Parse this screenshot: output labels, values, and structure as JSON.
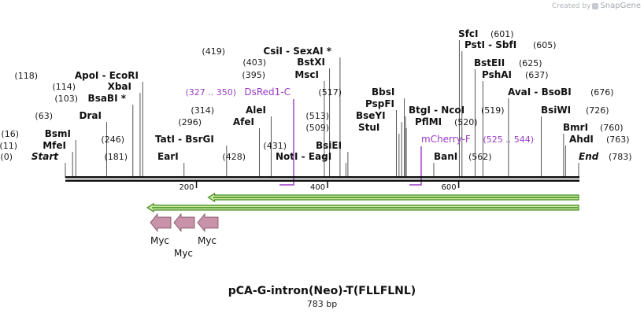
{
  "credit": {
    "prefix": "Created by",
    "brand": "SnapGene"
  },
  "map": {
    "name": "pCA-G-intron(Neo)-T(FLLFLNL)",
    "length_label": "783 bp",
    "length_bp": 783,
    "colors": {
      "backbone": "#111111",
      "feature": "#9a3cc6",
      "arrow_fill": "#cdeaa0",
      "arrow_stroke": "#3f8a1d",
      "myc_fill": "#c893a8",
      "myc_stroke": "#7a4a5c",
      "site_line": "#555555"
    },
    "ticks": [
      {
        "bp": 200,
        "label": "200"
      },
      {
        "bp": 400,
        "label": "400"
      },
      {
        "bp": 600,
        "label": "600"
      }
    ],
    "sites": [
      {
        "bp": 0,
        "pos": "(0)",
        "name": "Start",
        "italic": true
      },
      {
        "bp": 11,
        "pos": "(11)",
        "name": "MfeI"
      },
      {
        "bp": 16,
        "pos": "(16)",
        "name": "BsmI"
      },
      {
        "bp": 63,
        "pos": "(63)",
        "name": "DraI"
      },
      {
        "bp": 103,
        "pos": "(103)",
        "name": "BsaBI *"
      },
      {
        "bp": 114,
        "pos": "(114)",
        "name": "XbaI"
      },
      {
        "bp": 118,
        "pos": "(118)",
        "name": "ApoI - EcoRI"
      },
      {
        "bp": 181,
        "pos": "(181)",
        "name": "EarI"
      },
      {
        "bp": 246,
        "pos": "(246)",
        "name": "TatI - BsrGI"
      },
      {
        "bp": 296,
        "pos": "(296)",
        "name": "AfeI"
      },
      {
        "bp": 314,
        "pos": "(314)",
        "name": "AleI"
      },
      {
        "bp": 395,
        "pos": "(395)",
        "name": "MscI"
      },
      {
        "bp": 403,
        "pos": "(403)",
        "name": "BstXI"
      },
      {
        "bp": 419,
        "pos": "(419)",
        "name": "CsiI - SexAI *"
      },
      {
        "bp": 428,
        "pos": "(428)",
        "name": "NotI - EagI"
      },
      {
        "bp": 431,
        "pos": "(431)",
        "name": "BsiEI"
      },
      {
        "bp": 509,
        "pos": "(509)",
        "name": "StuI"
      },
      {
        "bp": 513,
        "pos": "(513)",
        "name": "BseYI"
      },
      {
        "bp": 517,
        "pos": "(517)",
        "name": "BbsI"
      },
      {
        "bp": 505,
        "pos": "",
        "name": "PspFI"
      },
      {
        "bp": 519,
        "pos": "(519)",
        "name": "BtgI - NcoI"
      },
      {
        "bp": 520,
        "pos": "(520)",
        "name": "PflMI"
      },
      {
        "bp": 562,
        "pos": "(562)",
        "name": "BanI"
      },
      {
        "bp": 601,
        "pos": "(601)",
        "name": "SfcI"
      },
      {
        "bp": 605,
        "pos": "(605)",
        "name": "PstI - SbfI"
      },
      {
        "bp": 625,
        "pos": "(625)",
        "name": "BstEII"
      },
      {
        "bp": 637,
        "pos": "(637)",
        "name": "PshAI"
      },
      {
        "bp": 676,
        "pos": "(676)",
        "name": "AvaI - BsoBI"
      },
      {
        "bp": 726,
        "pos": "(726)",
        "name": "BsiWI"
      },
      {
        "bp": 760,
        "pos": "(760)",
        "name": "BmrI"
      },
      {
        "bp": 763,
        "pos": "(763)",
        "name": "AhdI"
      },
      {
        "bp": 783,
        "pos": "(783)",
        "name": "End",
        "italic": true
      }
    ],
    "features": [
      {
        "name": "DsRed1-C",
        "range": "(327 .. 350)",
        "start": 327,
        "end": 350
      },
      {
        "name": "mCherry-F",
        "range": "(525 .. 544)",
        "start": 525,
        "end": 544
      }
    ],
    "arrows": [
      {
        "name": "arrow-1",
        "start": 218,
        "end": 783,
        "direction": "reverse"
      },
      {
        "name": "arrow-2",
        "start": 125,
        "end": 783,
        "direction": "reverse"
      }
    ],
    "myc": [
      {
        "label": "Myc"
      },
      {
        "label": "Myc"
      },
      {
        "label": "Myc"
      }
    ]
  }
}
